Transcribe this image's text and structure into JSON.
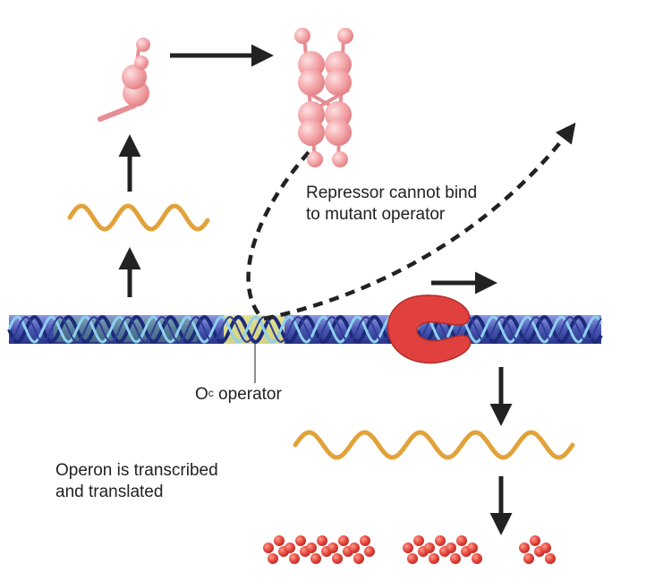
{
  "labels": {
    "repressor_line1": "Repressor cannot bind",
    "repressor_line2": "to mutant operator",
    "operator_letter": "O",
    "operator_superscript": "c",
    "operator_word": " operator",
    "operon_line1": "Operon is transcribed",
    "operon_line2": "and translated"
  },
  "colors": {
    "dna_blue": "#4f5fb8",
    "dna_light_strand": "#8fd0ef",
    "dna_dark_strand": "#1d2a7a",
    "operator_yellow": "#f1ee86",
    "gene_green": "#6dbf6a",
    "mrna_orange": "#e2a23a",
    "repressor_pink": "#f2a3a5",
    "rna_polymerase_red": "#e0413f",
    "protein_red": "#e5453c",
    "arrow_black": "#222222"
  }
}
